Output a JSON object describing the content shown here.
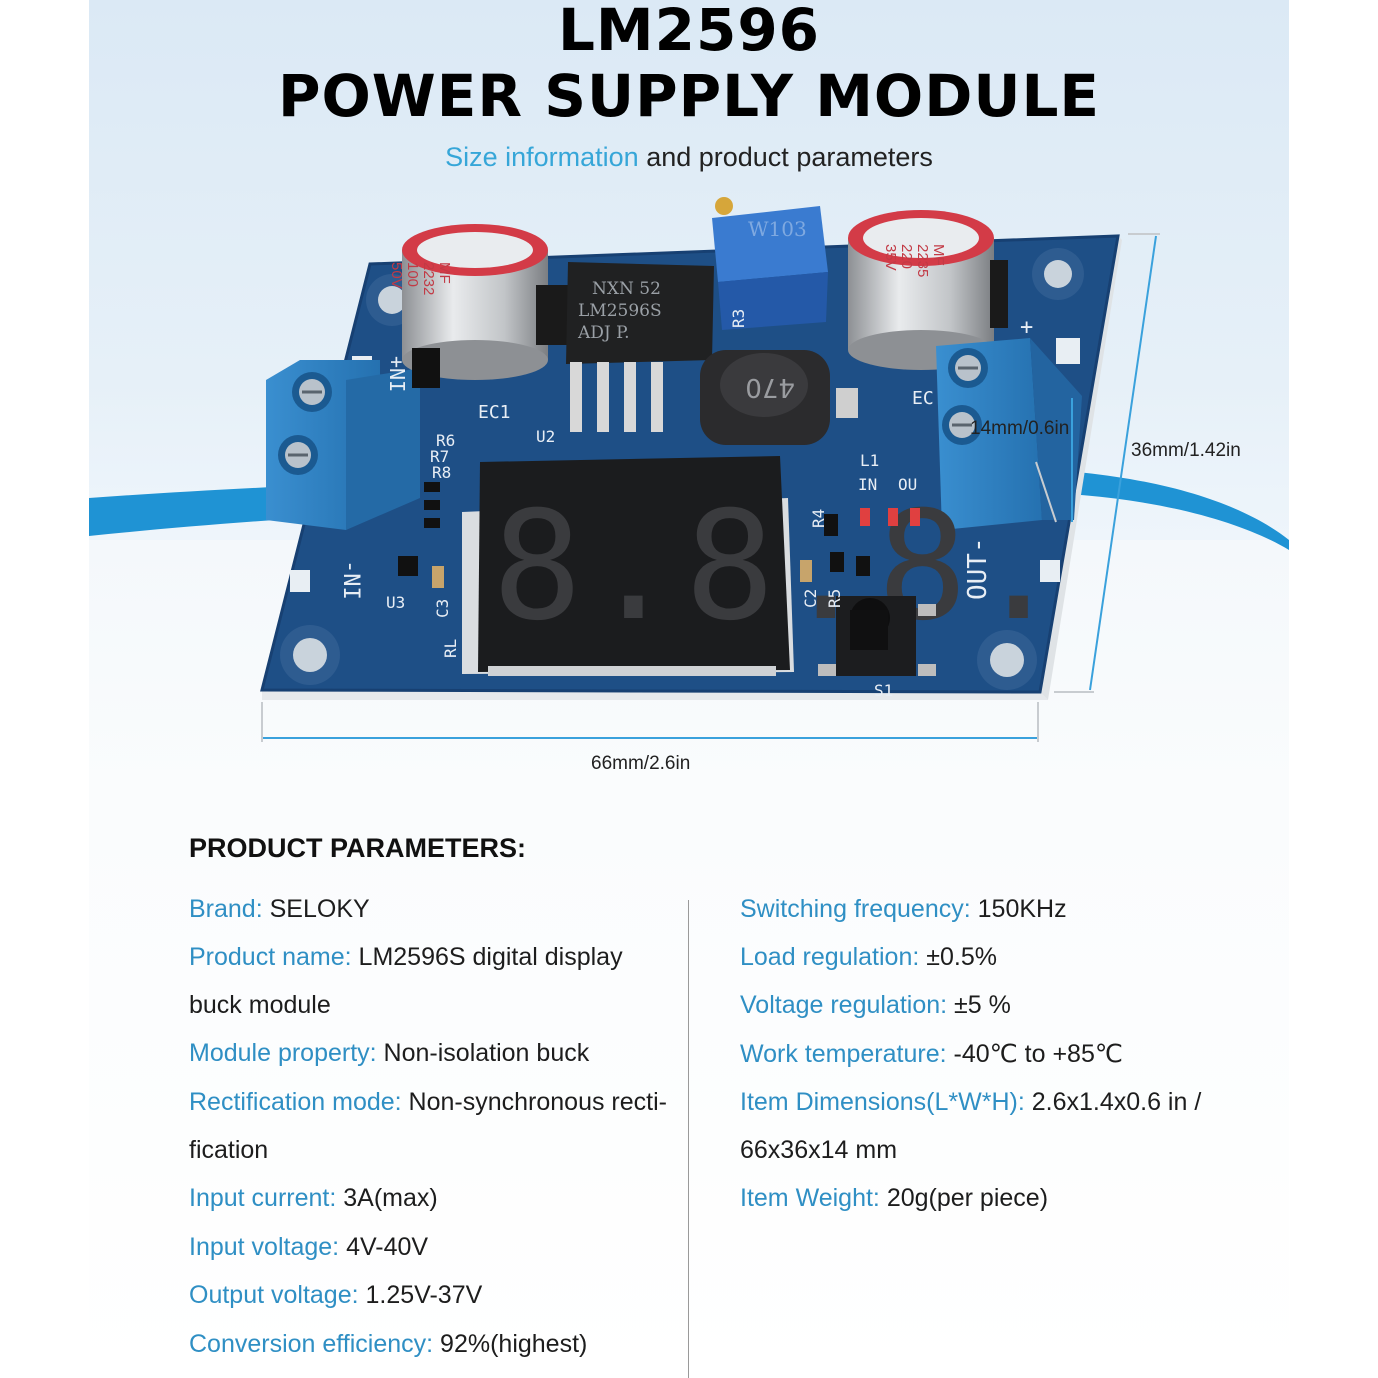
{
  "header": {
    "title_line1": "LM2596",
    "title_line2": "POWER SUPPLY MODULE",
    "subtitle_highlight": "Size information",
    "subtitle_rest": " and product parameters"
  },
  "board": {
    "cap_left": [
      "MF",
      "2232",
      "100",
      "50V"
    ],
    "cap_right": [
      "MF",
      "2235",
      "220",
      "35V"
    ],
    "chip": [
      "NXN 52",
      "LM2596S",
      "ADJ  P."
    ],
    "pot_label": "W103",
    "inductor_label": "470",
    "display_digits": "8.8.8.",
    "labels": {
      "in_minus": "-NI",
      "in_plus": "+NI",
      "out_minus": "OUT-",
      "out_plus": "+",
      "ec1": "EC1",
      "u2": "U2",
      "u3": "U3",
      "c3": "C3",
      "r6": "R6",
      "r7": "R7",
      "r8": "R8",
      "r4": "R4",
      "r3": "R3",
      "r5": "R5",
      "c2": "C2",
      "l1": "L1",
      "in_led": "IN",
      "out_led": "OU",
      "s1": "S1",
      "rl": "RL"
    }
  },
  "dimensions": {
    "height_label": "14mm/0.6in",
    "width_side_label": "36mm/1.42in",
    "length_label": "66mm/2.6in"
  },
  "params": {
    "heading": "PRODUCT PARAMETERS:",
    "left": [
      {
        "key": "Brand:",
        "value": " SELOKY"
      },
      {
        "key": "Product name:",
        "value": " LM2596S digital display"
      },
      {
        "key": "",
        "value": "buck module"
      },
      {
        "key": "Module property:",
        "value": " Non-isolation buck"
      },
      {
        "key": "Rectification mode:",
        "value": " Non-synchronous recti-"
      },
      {
        "key": "",
        "value": "fication"
      },
      {
        "key": "Input current:",
        "value": " 3A(max)"
      },
      {
        "key": "Input voltage:",
        "value": " 4V-40V"
      },
      {
        "key": "Output voltage:",
        "value": " 1.25V-37V"
      },
      {
        "key": "Conversion efficiency:",
        "value": " 92%(highest)"
      }
    ],
    "right": [
      {
        "key": "Switching frequency:",
        "value": " 150KHz"
      },
      {
        "key": "Load regulation:",
        "value": " ±0.5%"
      },
      {
        "key": "Voltage regulation:",
        "value": " ±5 %"
      },
      {
        "key": "Work temperature:",
        "value": " -40℃ to +85℃"
      },
      {
        "key": "Item Dimensions(L*W*H):",
        "value": " 2.6x1.4x0.6 in /"
      },
      {
        "key": "",
        "value": "66x36x14 mm"
      },
      {
        "key": "Item Weight:",
        "value": " 20g(per piece)"
      }
    ]
  },
  "colors": {
    "accent": "#36a6d8",
    "pcb": "#1e4f86",
    "terminal": "#2f86c8",
    "background_top": "#dbe9f5"
  }
}
